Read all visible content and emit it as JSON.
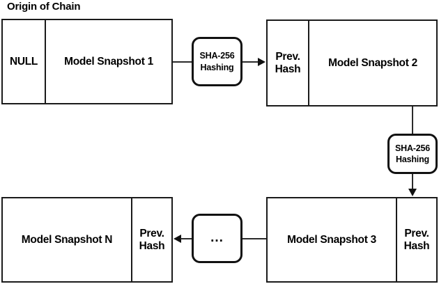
{
  "diagram": {
    "title": "Origin of Chain",
    "blocks": {
      "snapshot1": {
        "prev_hash_label": "NULL",
        "body_label": "Model Snapshot 1"
      },
      "snapshot2": {
        "prev_hash_line1": "Prev.",
        "prev_hash_line2": "Hash",
        "body_label": "Model Snapshot 2"
      },
      "snapshot3": {
        "body_label": "Model Snapshot 3",
        "prev_hash_line1": "Prev.",
        "prev_hash_line2": "Hash"
      },
      "snapshotN": {
        "body_label": "Model Snapshot N",
        "prev_hash_line1": "Prev.",
        "prev_hash_line2": "Hash"
      }
    },
    "processes": {
      "hash1": {
        "line1": "SHA-256",
        "line2": "Hashing"
      },
      "hash2": {
        "line1": "SHA-256",
        "line2": "Hashing"
      },
      "ellipsis": {
        "label": "..."
      }
    },
    "colors": {
      "stroke": "#1a1a1a",
      "background": "#ffffff",
      "text": "#000000"
    }
  }
}
